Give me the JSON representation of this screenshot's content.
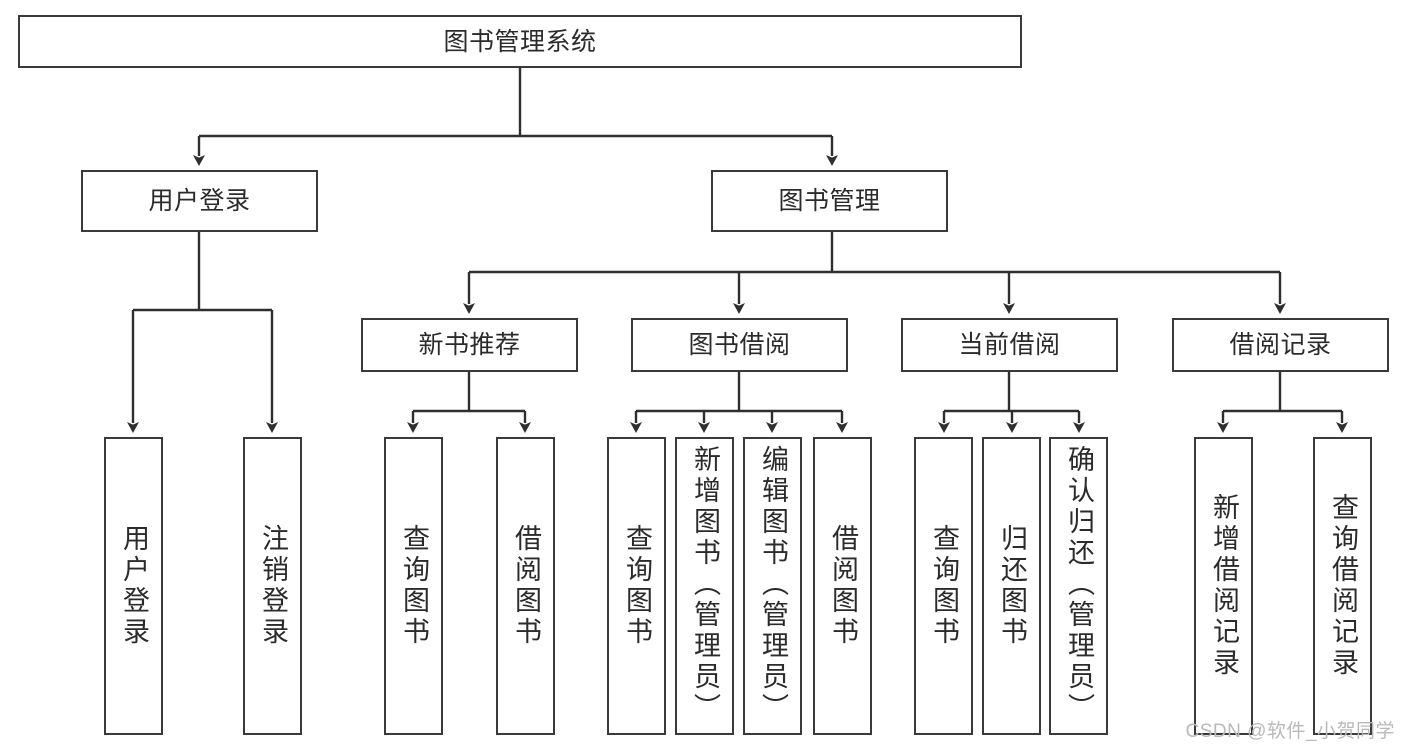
{
  "diagram": {
    "title": "图书管理系统",
    "type": "tree",
    "watermark": "CSDN @软件_小贺同学",
    "colors": {
      "box_border": "#3a3a3a",
      "box_fill": "#ffffff",
      "connector": "#2f2f2f",
      "text": "#2b2b2b",
      "watermark": "#b9b9b9",
      "background": "#ffffff"
    },
    "root": {
      "label": "图书管理系统"
    },
    "level2": [
      {
        "label": "用户登录"
      },
      {
        "label": "图书管理"
      }
    ],
    "level3": [
      {
        "label": "新书推荐"
      },
      {
        "label": "图书借阅"
      },
      {
        "label": "当前借阅"
      },
      {
        "label": "借阅记录"
      }
    ],
    "leaves": {
      "user_login": [
        {
          "label": "用户登录"
        },
        {
          "label": "注销登录"
        }
      ],
      "new_book": [
        {
          "label": "查询图书"
        },
        {
          "label": "借阅图书"
        }
      ],
      "book_borrow": [
        {
          "label": "查询图书"
        },
        {
          "label": "新增图书（管理员）"
        },
        {
          "label": "编辑图书（管理员）"
        },
        {
          "label": "借阅图书"
        }
      ],
      "current_borrow": [
        {
          "label": "查询图书"
        },
        {
          "label": "归还图书"
        },
        {
          "label": "确认归还（管理员）"
        }
      ],
      "borrow_record": [
        {
          "label": "新增借阅记录"
        },
        {
          "label": "查询借阅记录"
        }
      ]
    }
  }
}
